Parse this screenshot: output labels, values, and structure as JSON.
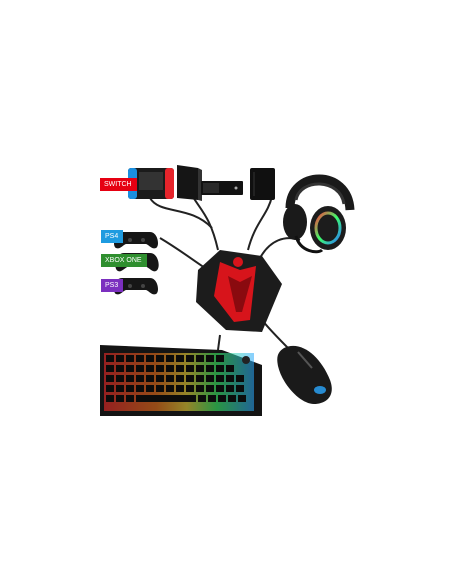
{
  "labels": {
    "switch": "SWITCH",
    "ps4": "PS4",
    "xbox": "XBOX ONE",
    "ps3": "PS3"
  },
  "colors": {
    "switch_tag": "#e60012",
    "ps4_tag": "#1e9be0",
    "xbox_tag": "#2f8f2f",
    "ps3_tag": "#7b2fbf",
    "adapter_red": "#d7141b",
    "adapter_black": "#1c1c1c"
  },
  "icons": [
    "switch-console",
    "ps4-console",
    "xbox-one-console",
    "ps3-console",
    "gaming-headset",
    "gamepad",
    "adapter-hub",
    "rgb-keyboard",
    "gaming-mouse"
  ]
}
